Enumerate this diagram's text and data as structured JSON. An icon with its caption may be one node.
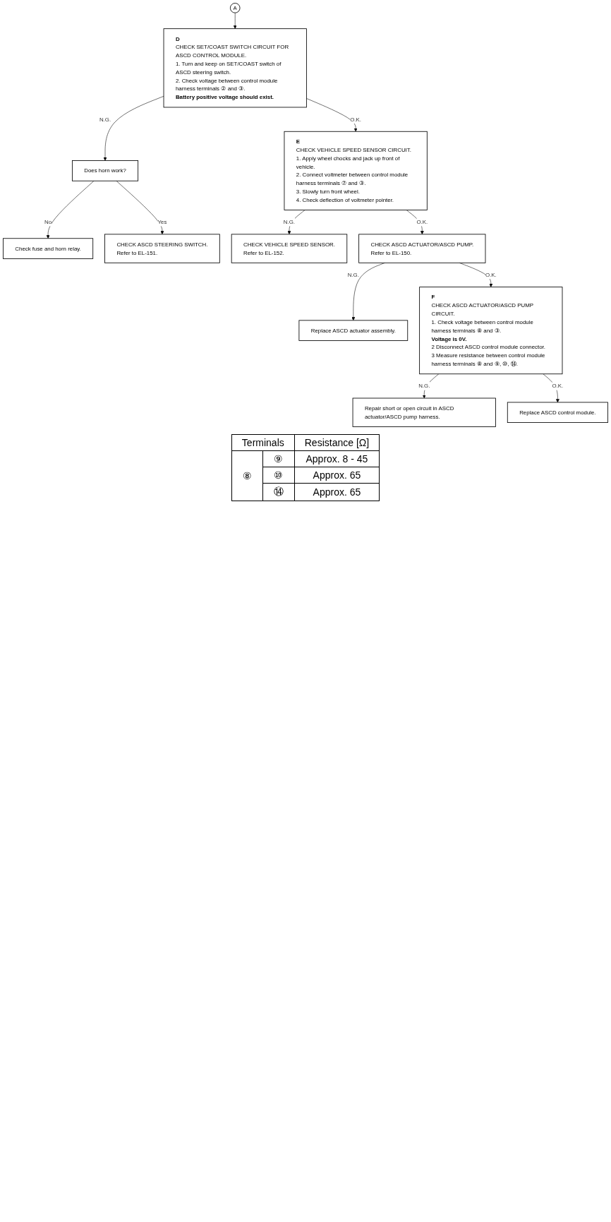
{
  "diagram": {
    "nodes": [
      {
        "text": [
          "A"
        ]
      },
      {
        "text": [
          "D",
          "CHECK SET/COAST SWITCH CIRCUIT FOR ASCD CONTROL MODULE.",
          "1. Turn and keep on SET/COAST switch of ASCD steering switch.",
          "2. Check voltage between control module harness terminals ② and ③.",
          "Battery positive voltage should exist."
        ]
      },
      {
        "text": [
          "Does horn work?"
        ]
      },
      {
        "text": [
          "Check fuse and horn relay."
        ]
      },
      {
        "text": [
          "CHECK ASCD STEERING SWITCH.",
          "Refer to EL-151."
        ]
      },
      {
        "text": [
          "E",
          "CHECK VEHICLE SPEED SENSOR CIRCUIT.",
          "1. Apply wheel chocks and jack up front of vehicle.",
          "2. Connect voltmeter between control module harness terminals ⑦ and ③.",
          "3. Slowly turn front wheel.",
          "4. Check deflection of voltmeter pointer."
        ]
      },
      {
        "text": [
          "CHECK VEHICLE SPEED SENSOR.",
          "Refer to EL-152."
        ]
      },
      {
        "text": [
          "CHECK ASCD ACTUATOR/ASCD PUMP.",
          "Refer to EL-150."
        ]
      },
      {
        "text": [
          "Replace ASCD actuator assembly."
        ]
      },
      {
        "text": [
          "F",
          "CHECK ASCD ACTUATOR/ASCD PUMP CIRCUIT.",
          "1. Check voltage between control module harness terminals ⑧ and ③.",
          "Voltage is 0V.",
          "2 Disconnect ASCD control module connector.",
          "3 Measure resistance between control module harness terminals ⑧ and ⑨, ⑩, ⑭."
        ]
      },
      {
        "text": [
          "Repair short or open circuit in ASCD actuator/ASCD pump harness."
        ]
      },
      {
        "text": [
          "Replace ASCD control module."
        ]
      }
    ],
    "edges": [
      {
        "from": 0,
        "to": 1,
        "arrow": "to"
      },
      {
        "from": 1,
        "to": 2,
        "arrow": "to",
        "label": "N.G."
      },
      {
        "from": 2,
        "to": 3,
        "arrow": "to",
        "label": "No"
      },
      {
        "from": 2,
        "to": 4,
        "arrow": "to",
        "label": "Yes"
      },
      {
        "from": 1,
        "to": 5,
        "arrow": "to",
        "label": "O.K."
      },
      {
        "from": 5,
        "to": 6,
        "arrow": "to",
        "label": "N.G."
      },
      {
        "from": 5,
        "to": 7,
        "arrow": "to",
        "label": "O.K."
      },
      {
        "from": 7,
        "to": 8,
        "arrow": "to",
        "label": "N.G."
      },
      {
        "from": 7,
        "to": 9,
        "arrow": "to",
        "label": "O.K."
      },
      {
        "from": 9,
        "to": 10,
        "arrow": "to",
        "label": "N.G."
      },
      {
        "from": 9,
        "to": 11,
        "arrow": "to",
        "label": "O.K."
      }
    ],
    "labels": [
      "Terminals",
      "Resistance [Ω]",
      "⑧",
      "⑨",
      "Approx. 8 - 45",
      "⑩",
      "Approx. 65",
      "⑭",
      "Approx. 65"
    ]
  }
}
